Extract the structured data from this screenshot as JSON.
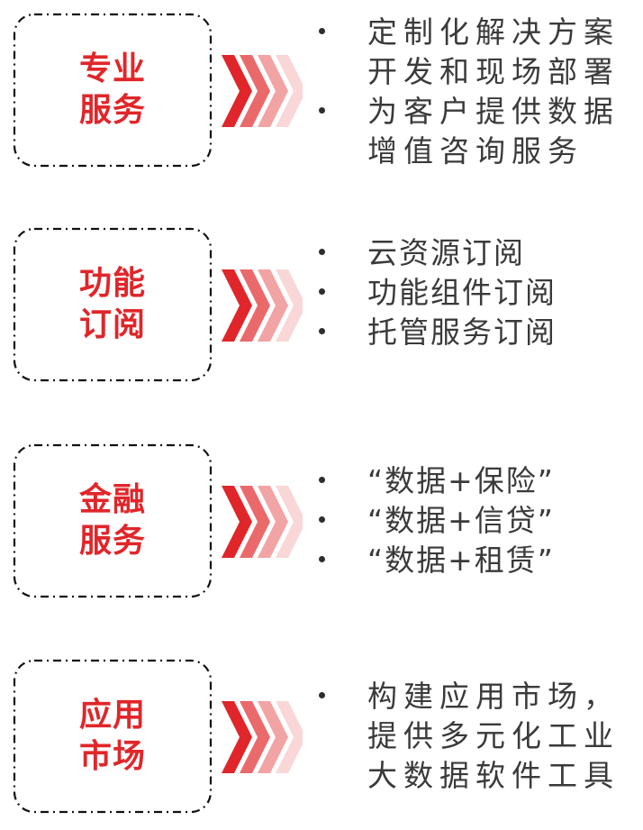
{
  "accent_color": "#e0262a",
  "sections": [
    {
      "title": "专业\n服务",
      "bullets": [
        "定制化解决方案\n开发和现场部署",
        "为客户提供数据\n增值咨询服务"
      ]
    },
    {
      "title": "功能\n订阅",
      "bullets": [
        "云资源订阅",
        "功能组件订阅",
        "托管服务订阅"
      ]
    },
    {
      "title": "金融\n服务",
      "bullets": [
        "“数据+保险”",
        "“数据+信贷”",
        "“数据+租赁”"
      ]
    },
    {
      "title": "应用\n市场",
      "bullets": [
        "构建应用市场，\n提供多元化工业\n大数据软件工具"
      ]
    }
  ]
}
